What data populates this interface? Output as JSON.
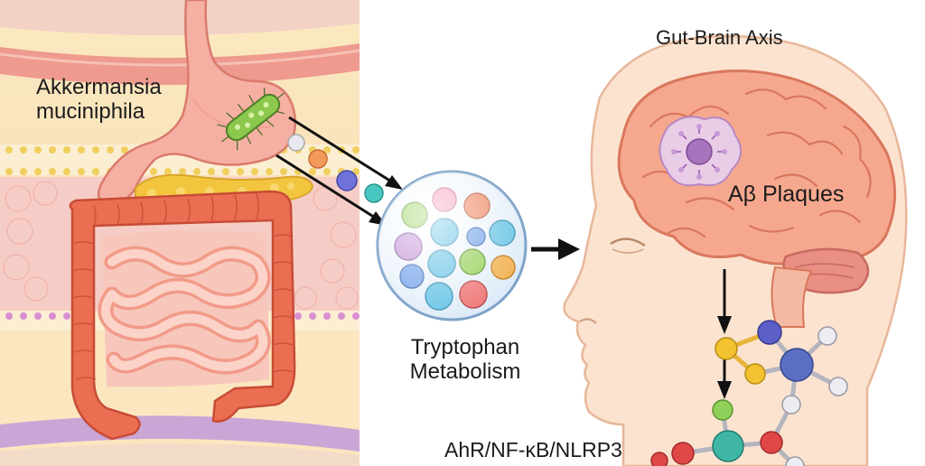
{
  "labels": {
    "bacteria_line1": "Akkermansia",
    "bacteria_line2": "muciniphila",
    "metabolism_line1": "Tryptophan",
    "metabolism_line2": "Metabolism",
    "axis_title": "Gut-Brain Axis",
    "plaques": "Aβ Plaques",
    "pathway": "AhR/NF-κB/NLRP3"
  },
  "icons": {
    "bacterium": "rod-bacterium-icon",
    "metabolite_sphere": "metabolite-sphere-icon",
    "brain": "brain-icon",
    "plaque": "amyloid-plaque-icon",
    "molecule": "molecule-network-icon"
  },
  "colors": {
    "intestine": "#ec6e52",
    "small_intestine": "#f6b5a4",
    "stomach": "#f6b0a3",
    "pancreas": "#f3c53e",
    "bacterium": "#8bc84d",
    "brain": "#f6a88e",
    "plaque": "#a774bd",
    "head_skin": "#fbe3cf",
    "arrow": "#111111"
  }
}
